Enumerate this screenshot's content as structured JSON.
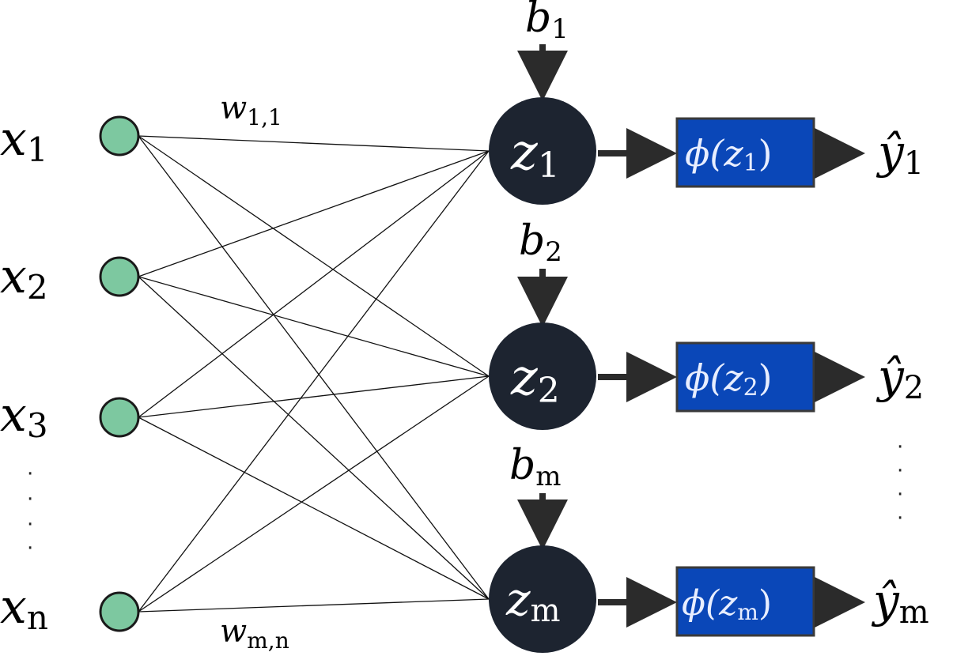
{
  "inputs": [
    {
      "var": "x",
      "sub": "1"
    },
    {
      "var": "x",
      "sub": "2"
    },
    {
      "var": "x",
      "sub": "3"
    },
    {
      "var": "x",
      "sub": "n"
    }
  ],
  "neurons": [
    {
      "var": "z",
      "sub": "1",
      "bias_var": "b",
      "bias_sub": "1",
      "act_fn": "ϕ(",
      "act_var": "z",
      "act_sub": "1",
      "act_close": ")",
      "out_var": "ŷ",
      "out_sub": "1"
    },
    {
      "var": "z",
      "sub": "2",
      "bias_var": "b",
      "bias_sub": "2",
      "act_fn": "ϕ(",
      "act_var": "z",
      "act_sub": "2",
      "act_close": ")",
      "out_var": "ŷ",
      "out_sub": "2"
    },
    {
      "var": "z",
      "sub": "m",
      "bias_var": "b",
      "bias_sub": "m",
      "act_fn": "ϕ(",
      "act_var": "z",
      "act_sub": "m",
      "act_close": ")",
      "out_var": "ŷ",
      "out_sub": "m"
    }
  ],
  "weights": {
    "first": {
      "var": "w",
      "sub": "1,1"
    },
    "last": {
      "var": "w",
      "sub": "m,n"
    }
  },
  "ellipsis": "·",
  "colors": {
    "input_fill": "#7dc8a0",
    "input_stroke": "#1a1a1a",
    "neuron_fill": "#1d2430",
    "neuron_text": "#ffffff",
    "act_fill": "#0a47b8",
    "act_stroke": "#3a3a3a",
    "act_text": "#e8eeff",
    "arrow": "#2b2b2b",
    "out_arrow": "#4a4a4a",
    "edge": "#111111"
  }
}
